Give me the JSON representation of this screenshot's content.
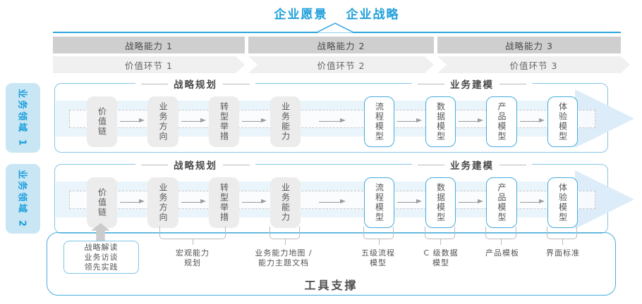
{
  "title": {
    "vision": "企业愿景",
    "strategy": "企业战略"
  },
  "strategy_capabilities": [
    {
      "label": "战略能力 1"
    },
    {
      "label": "战略能力 2"
    },
    {
      "label": "战略能力 3"
    }
  ],
  "value_links": [
    {
      "label": "价值环节 1"
    },
    {
      "label": "价值环节 2"
    },
    {
      "label": "价值环节 3"
    }
  ],
  "business_domains": [
    {
      "label": "业务领域 1"
    },
    {
      "label": "业务领域 2"
    }
  ],
  "panel": {
    "strategic_planning_header": "战略规划",
    "business_modeling_header": "业务建模",
    "gray_boxes": [
      {
        "label": "价值链"
      },
      {
        "label": "业务方向"
      },
      {
        "label": "转型举措"
      },
      {
        "label": "业务能力"
      }
    ],
    "model_boxes": [
      {
        "label": "流程模型"
      },
      {
        "label": "数据模型"
      },
      {
        "label": "产品模型"
      },
      {
        "label": "体验模型"
      }
    ]
  },
  "annotations": {
    "practice_box": {
      "lines": [
        "战略解读",
        "业务访谈",
        "领先实践"
      ]
    },
    "labels": [
      {
        "lines": [
          "宏观能力",
          "规划"
        ]
      },
      {
        "lines": [
          "业务能力地图 /",
          "能力主题文档"
        ]
      },
      {
        "lines": [
          "五级流程",
          "模型"
        ]
      },
      {
        "lines": [
          "C 级数据",
          "模型"
        ]
      },
      {
        "lines": [
          "产品模板"
        ]
      },
      {
        "lines": [
          "界面标准"
        ]
      }
    ]
  },
  "footer": {
    "tool_support_label": "工具支撑"
  },
  "colors": {
    "accent": "#1E9FDB",
    "divider": "#2AA3DC",
    "panel-border": "#85C6E6",
    "box-border": "#45ABDB",
    "outer-border": "#49AEDC",
    "domain-bg": "#C9E6F5",
    "band": "#E9F4FB",
    "arrow-fill": "#DCECF8",
    "bar-bg": "#CFCFCF",
    "chevron-bg": "#F0F0F0",
    "box-bg": "#ECECEC",
    "text-dark": "#4A4A4A",
    "connector": "#BBBBBB",
    "arrow-gray": "#9C9C9C",
    "arrow-up": "#CBCBCB",
    "dashed": "#C8C8C8"
  }
}
